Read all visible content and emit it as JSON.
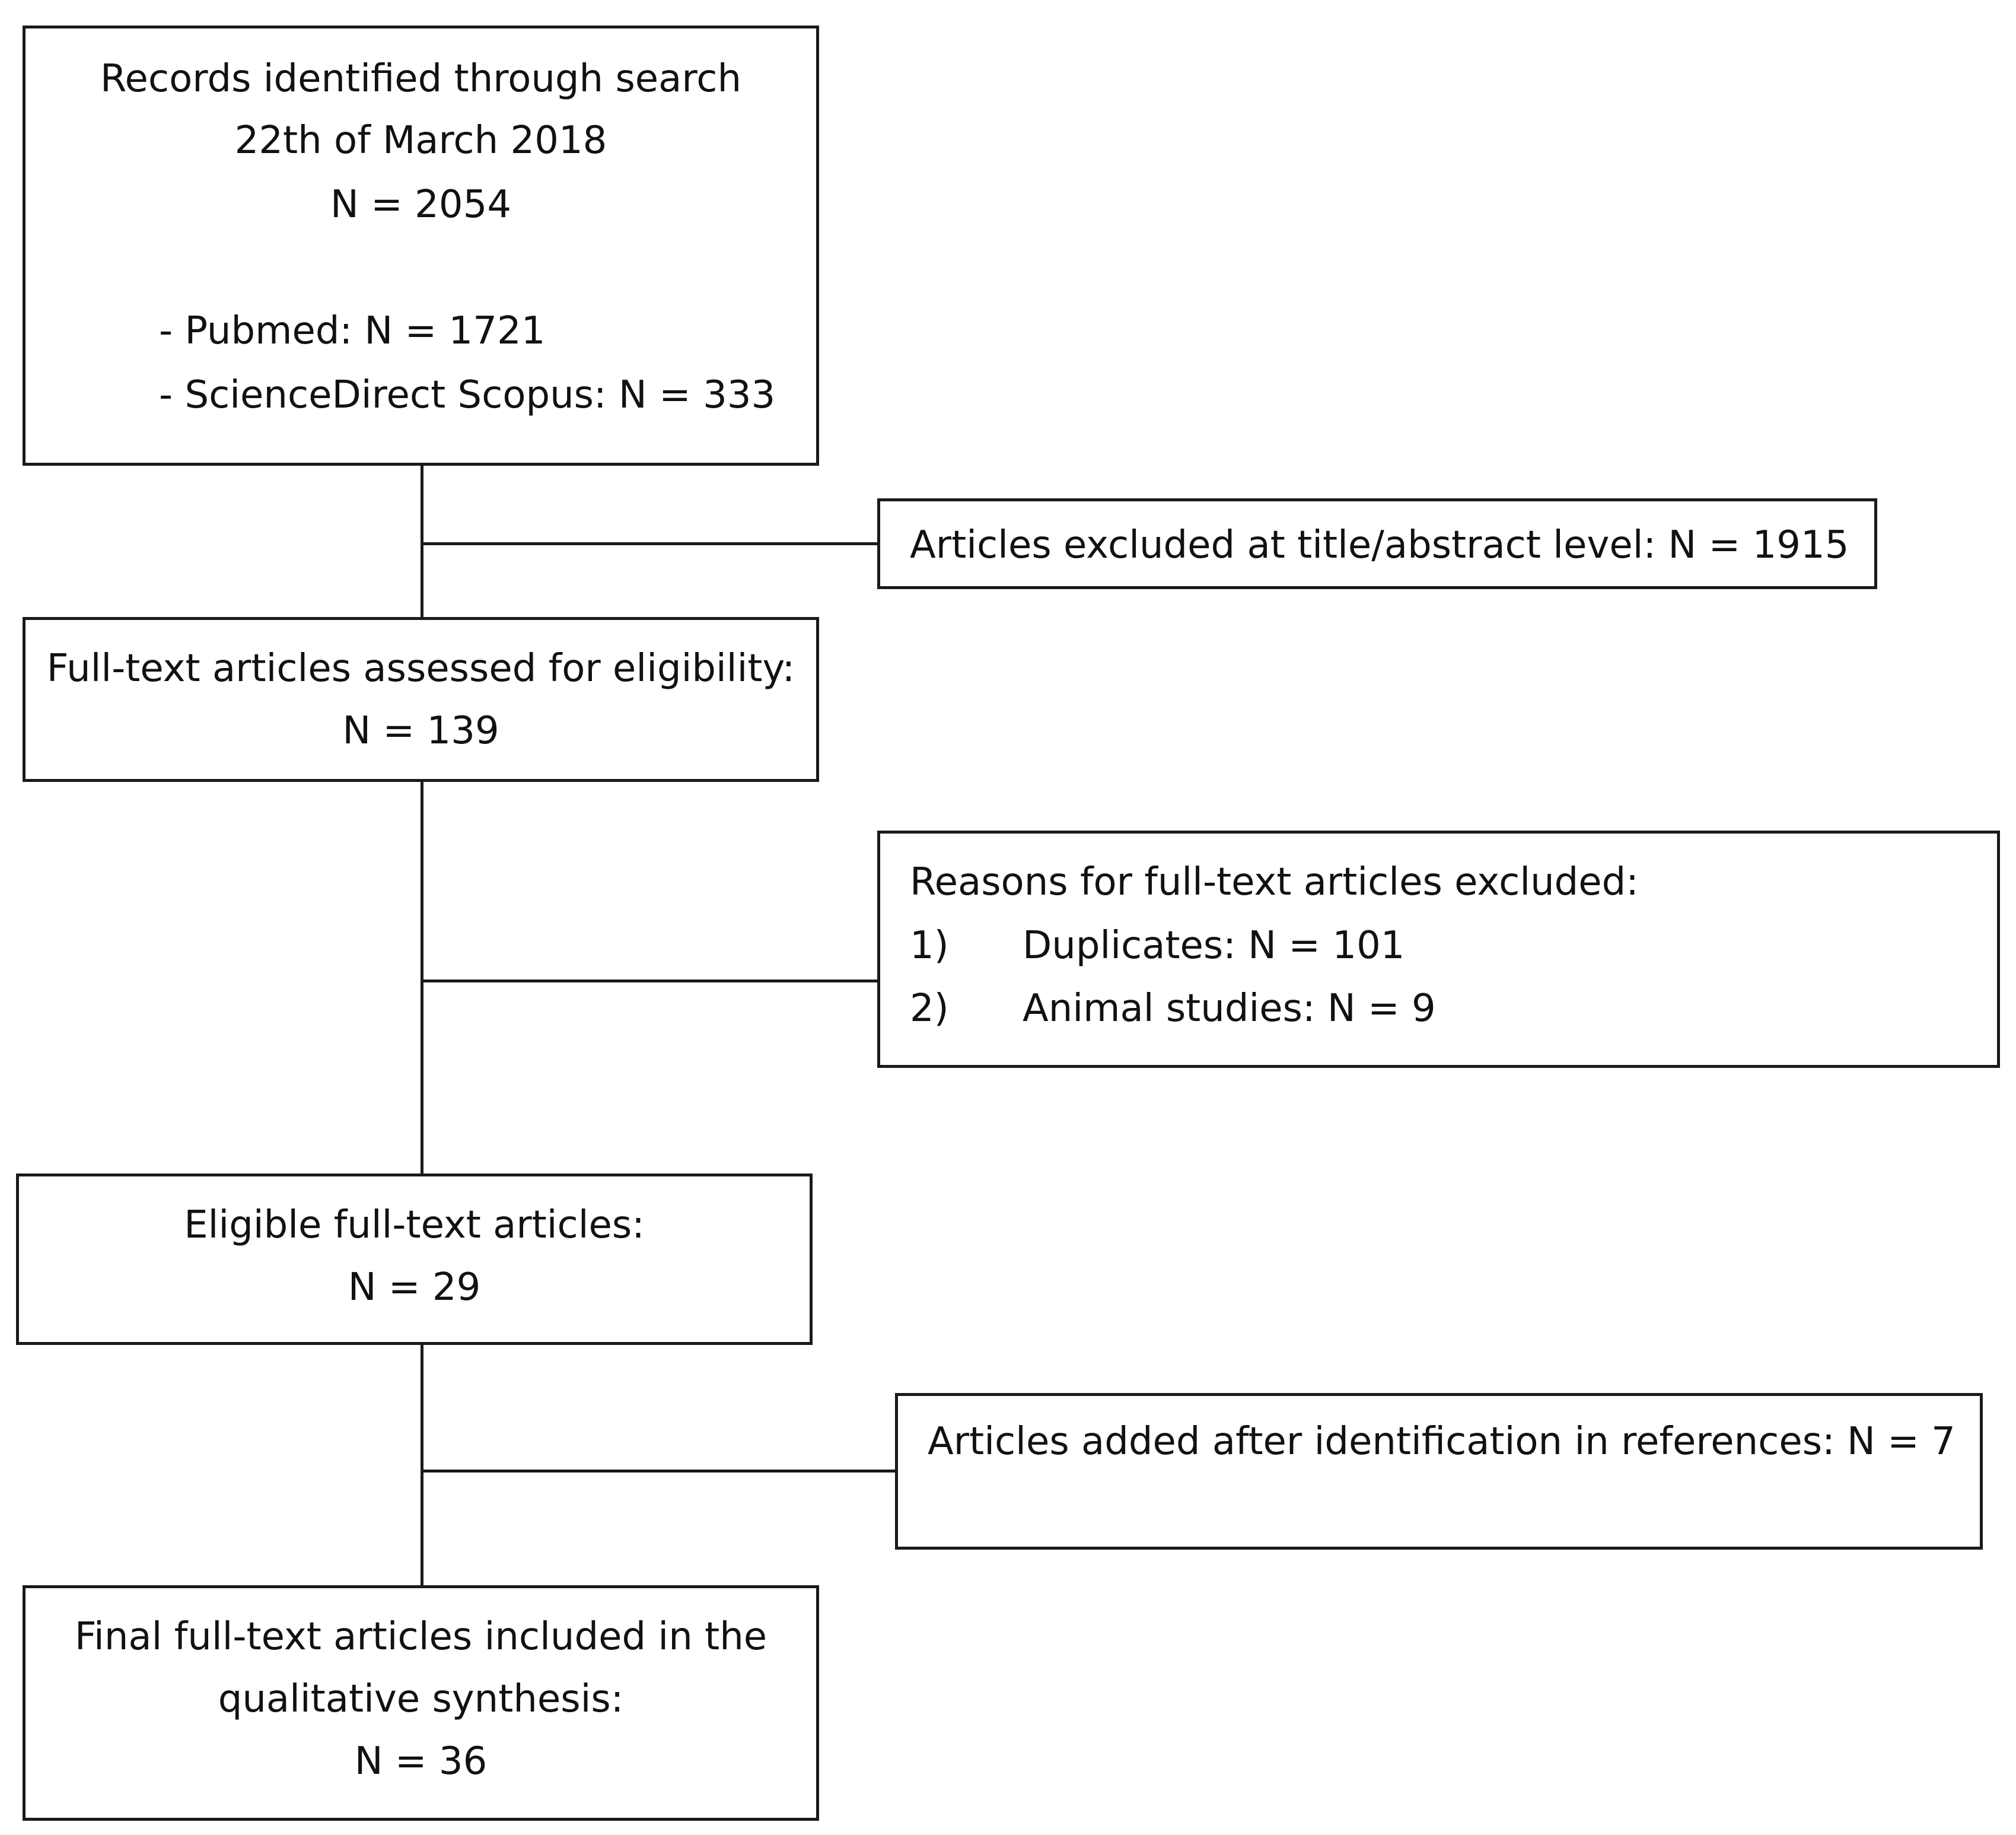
{
  "nodes": {
    "records": {
      "line1": "Records identified through search",
      "line2": "22th of March 2018",
      "line3": "N = 2054",
      "source1": "- Pubmed: N = 1721",
      "source2": "- ScienceDirect Scopus: N = 333"
    },
    "excluded_title": {
      "text": "Articles excluded at title/abstract level: N = 1915"
    },
    "fulltext_assessed": {
      "line1": "Full-text articles assessed for eligibility:",
      "line2": "N = 139"
    },
    "reasons": {
      "title": "Reasons for full-text articles excluded:",
      "items": [
        {
          "num": "1)",
          "text": "Duplicates: N = 101"
        },
        {
          "num": "2)",
          "text": "Animal studies: N = 9"
        }
      ]
    },
    "eligible": {
      "line1": "Eligible full-text articles:",
      "line2": "N = 29"
    },
    "added": {
      "text": "Articles added after identification in references: N = 7"
    },
    "final": {
      "line1": "Final full-text articles included in the",
      "line2": "qualitative synthesis:",
      "line3": "N = 36"
    }
  },
  "colors": {
    "stroke": "#1a1a1a",
    "text": "#111111",
    "background": "#ffffff"
  }
}
